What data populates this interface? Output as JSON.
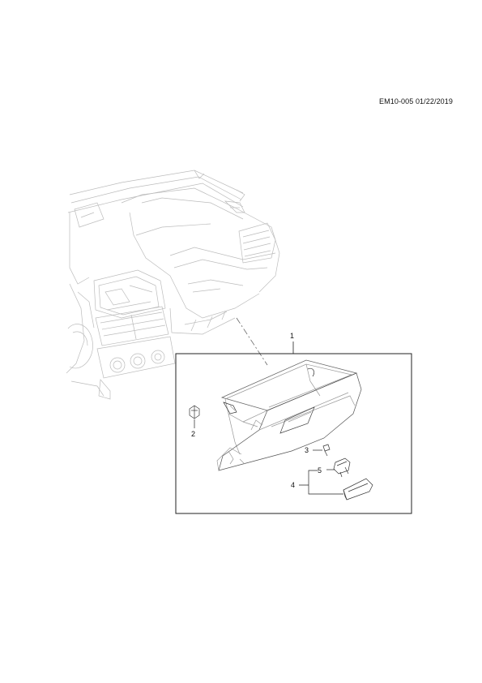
{
  "header": {
    "reference_code": "EM10-005 01/22/2019"
  },
  "callouts": {
    "c1": "1",
    "c2": "2",
    "c3": "3",
    "c4": "4",
    "c5": "5"
  }
}
